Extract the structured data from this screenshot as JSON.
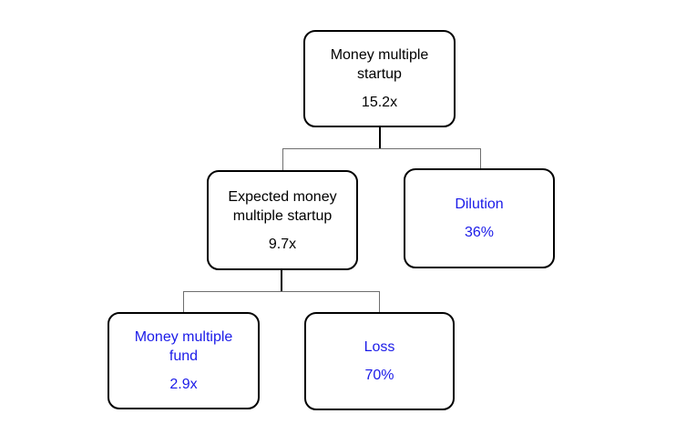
{
  "diagram": {
    "type": "tree",
    "background_color": "#ffffff",
    "colors": {
      "box_border": "#000000",
      "box_fill": "#ffffff",
      "black_text": "#000000",
      "blue_text": "#1b1be8",
      "connector_stub": "#000000",
      "connector_bracket": "#6e6e6e"
    },
    "nodes": [
      {
        "id": "money-multiple-startup",
        "label": "Money multiple startup",
        "value": "15.2x",
        "text_color": "black",
        "level": 1
      },
      {
        "id": "expected-money-multiple-startup",
        "label": "Expected money multiple startup",
        "value": "9.7x",
        "text_color": "black",
        "level": 2
      },
      {
        "id": "dilution",
        "label": "Dilution",
        "value": "36%",
        "text_color": "blue",
        "level": 2
      },
      {
        "id": "money-multiple-fund",
        "label": "Money multiple fund",
        "value": "2.9x",
        "text_color": "blue",
        "level": 3
      },
      {
        "id": "loss",
        "label": "Loss",
        "value": "70%",
        "text_color": "blue",
        "level": 3
      }
    ],
    "edges": [
      {
        "from": "money-multiple-startup",
        "to": "expected-money-multiple-startup"
      },
      {
        "from": "money-multiple-startup",
        "to": "dilution"
      },
      {
        "from": "expected-money-multiple-startup",
        "to": "money-multiple-fund"
      },
      {
        "from": "expected-money-multiple-startup",
        "to": "loss"
      }
    ]
  }
}
